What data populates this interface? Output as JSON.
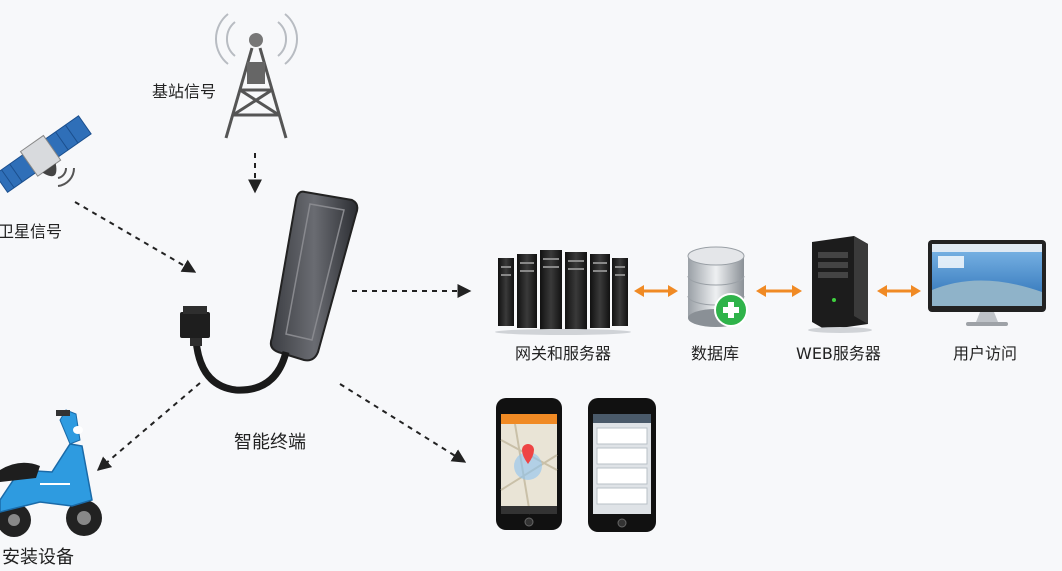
{
  "diagram": {
    "labels": {
      "base_station": "基站信号",
      "satellite": "卫星信号",
      "terminal": "智能终端",
      "install_device": "安装设备",
      "gateway": "网关和服务器",
      "database": "数据库",
      "web_server": "WEB服务器",
      "user_access": "用户访问"
    },
    "icons": {
      "tower": "cell-tower-icon",
      "satellite": "satellite-icon",
      "terminal": "gps-tracker-icon",
      "scooter": "electric-scooter-icon",
      "gateway": "server-rack-icon",
      "database": "database-icon",
      "web_server": "web-server-icon",
      "monitor": "monitor-icon",
      "phone_map": "smartphone-map-icon",
      "phone_msg": "smartphone-message-icon"
    },
    "colors": {
      "arrow_dark": "#222222",
      "arrow_orange": "#f08a24",
      "db_plus_green": "#2fb34a",
      "scooter_blue": "#2e9be0"
    }
  }
}
